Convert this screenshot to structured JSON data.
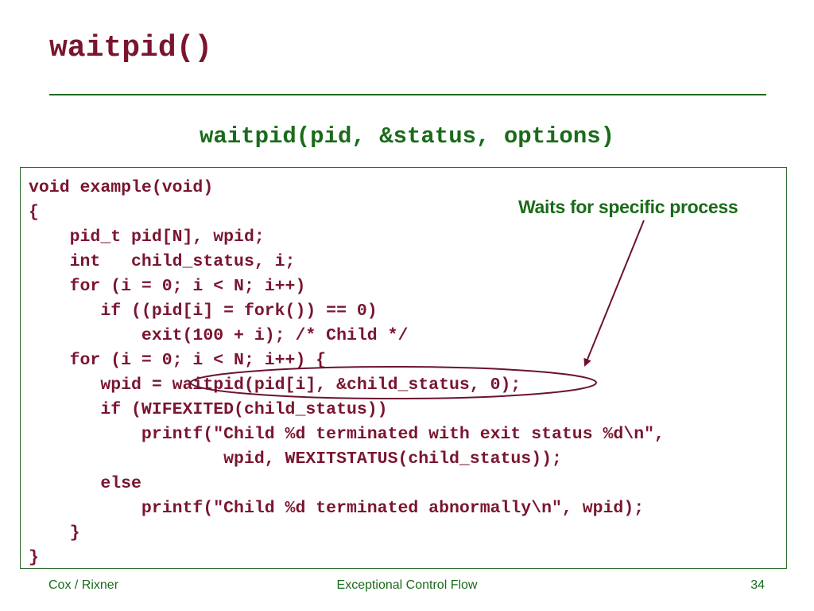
{
  "slide": {
    "title": "waitpid()",
    "subtitle": "waitpid(pid, &status, options)",
    "callout": "Waits for specific process",
    "code_lines": [
      "void example(void)",
      "{",
      "    pid_t pid[N], wpid;",
      "    int   child_status, i;",
      "    for (i = 0; i < N; i++)",
      "       if ((pid[i] = fork()) == 0)",
      "           exit(100 + i); /* Child */",
      "    for (i = 0; i < N; i++) {",
      "       wpid = waitpid(pid[i], &child_status, 0);",
      "       if (WIFEXITED(child_status))",
      "           printf(\"Child %d terminated with exit status %d\\n\",",
      "                   wpid, WEXITSTATUS(child_status));",
      "       else",
      "           printf(\"Child %d terminated abnormally\\n\", wpid);",
      "    }",
      "}"
    ],
    "colors": {
      "title": "#7a1530",
      "accent_green": "#1a6b1a"
    }
  },
  "footer": {
    "left": "Cox / Rixner",
    "center": "Exceptional Control Flow",
    "page_number": "34"
  }
}
